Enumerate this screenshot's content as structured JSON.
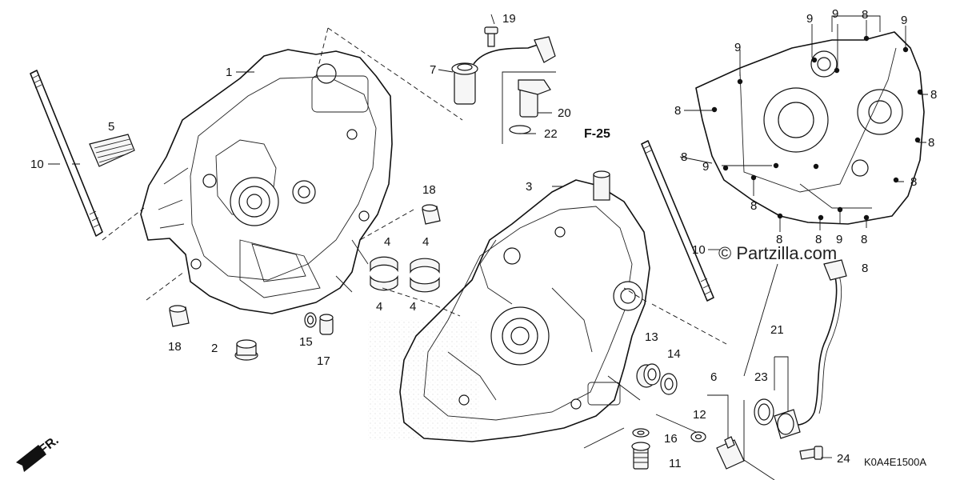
{
  "diagram": {
    "ref_label": "F-25",
    "code": "K0A4E1500A",
    "watermark": "© Partzilla.com",
    "front_label": "FR.",
    "callouts": {
      "c1": "1",
      "c2": "2",
      "c3": "3",
      "c4a": "4",
      "c4b": "4",
      "c4c": "4",
      "c4d": "4",
      "c5": "5",
      "c6": "6",
      "c7": "7",
      "c8a": "8",
      "c8b": "8",
      "c8c": "8",
      "c8d": "8",
      "c8e": "8",
      "c8f": "8",
      "c8g": "8",
      "c8h": "8",
      "c8i": "8",
      "c8j": "8",
      "c8k": "8",
      "c9a": "9",
      "c9b": "9",
      "c9c": "9",
      "c9d": "9",
      "c9e": "9",
      "c9f": "9",
      "c10a": "10",
      "c10b": "10",
      "c11": "11",
      "c12": "12",
      "c13": "13",
      "c14": "14",
      "c15": "15",
      "c16": "16",
      "c17": "17",
      "c18a": "18",
      "c18b": "18",
      "c19": "19",
      "c20": "20",
      "c21": "21",
      "c22": "22",
      "c23": "23",
      "c24": "24"
    }
  }
}
